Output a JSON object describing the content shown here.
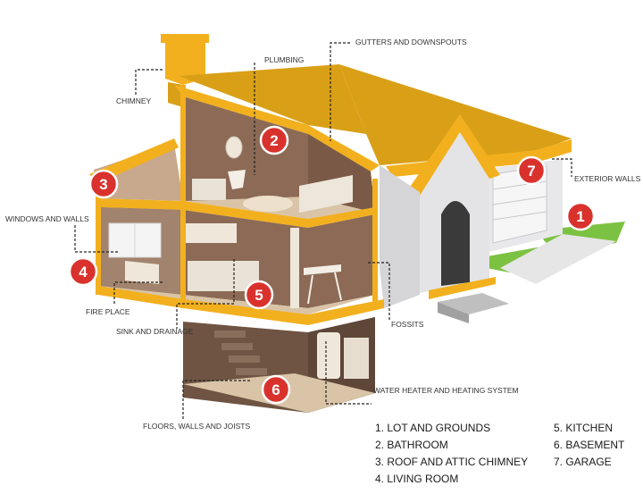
{
  "callouts": {
    "chimney": "CHIMNEY",
    "plumbing": "PLUMBING",
    "gutters": "GUTTERS AND DOWNSPOUTS",
    "exterior_walls": "EXTERIOR WALLS",
    "windows_walls": "WINDOWS AND WALLS",
    "fire_place": "FIRE PLACE",
    "sink_drainage": "SINK AND DRAINAGE",
    "fossits": "FOSSITS",
    "water_heater": "WATER HEATER AND HEATING SYSTEM",
    "floors": "FLOORS, WALLS AND JOISTS"
  },
  "badges": [
    "1",
    "2",
    "3",
    "4",
    "5",
    "6",
    "7"
  ],
  "legend": {
    "col1": [
      "1. LOT AND GROUNDS",
      "2. BATHROOM",
      "3. ROOF AND ATTIC CHIMNEY",
      "4. LIVING ROOM"
    ],
    "col2": [
      "5. KITCHEN",
      "6. BASEMENT",
      "7. GARAGE"
    ]
  },
  "colors": {
    "roof": "#D9A017",
    "trim": "#F2B01E",
    "wall_exterior": "#E8E8EA",
    "interior_wall": "#8C6A55",
    "floor": "#D9C4A7",
    "badge": "#D9322C",
    "grass": "#7CC242",
    "leader": "#222222"
  }
}
